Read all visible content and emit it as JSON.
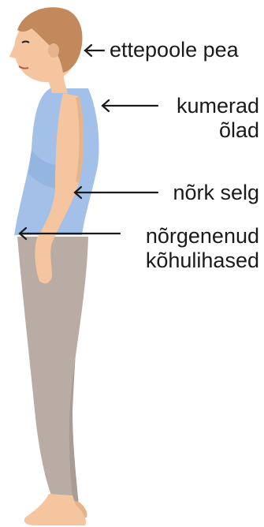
{
  "labels": {
    "head": "ettepoole pea",
    "shoulders_line1": "kumerad",
    "shoulders_line2": "õlad",
    "back": "nõrk selg",
    "abs_line1": "nõrgenenud",
    "abs_line2": "kõhulihased"
  },
  "colors": {
    "skin": "#f5c5a0",
    "hair": "#c28a5c",
    "shirt": "#a3c0e8",
    "pants": "#b9aca5",
    "arrow": "#1a1a1a"
  }
}
